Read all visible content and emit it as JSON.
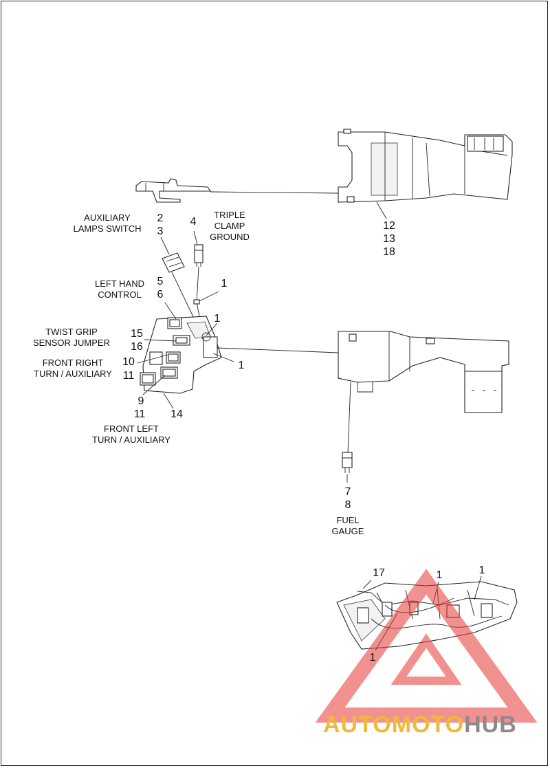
{
  "labels": {
    "auxiliary_lamps_switch": "AUXILIARY\nLAMPS SWITCH",
    "triple_clamp_ground": "TRIPLE\nCLAMP\nGROUND",
    "left_hand_control": "LEFT HAND\nCONTROL",
    "twist_grip_sensor_jumper": "TWIST GRIP\nSENSOR JUMPER",
    "front_right_turn_auxiliary": "FRONT RIGHT\nTURN / AUXILIARY",
    "front_left_turn_auxiliary": "FRONT LEFT\nTURN / AUXILIARY",
    "fuel_gauge": "FUEL\nGAUGE"
  },
  "callouts": {
    "n2": "2",
    "n3": "3",
    "n4": "4",
    "n5": "5",
    "n6": "6",
    "n1a": "1",
    "n1b": "1",
    "n1c": "1",
    "n15": "15",
    "n16": "16",
    "n10": "10",
    "n11a": "11",
    "n9": "9",
    "n11b": "11",
    "n14": "14",
    "n12": "12",
    "n13": "13",
    "n18": "18",
    "n7": "7",
    "n8": "8",
    "n17": "17",
    "n1d": "1",
    "n1e": "1",
    "n1f": "1"
  },
  "watermark": {
    "auto": "AUTO",
    "moto": "MOTO",
    "hub": "HUB",
    "colors": {
      "auto": "#f0b93b",
      "moto": "#f0b93b",
      "hub": "#8a8a8a",
      "triangle": "#e53935"
    }
  }
}
